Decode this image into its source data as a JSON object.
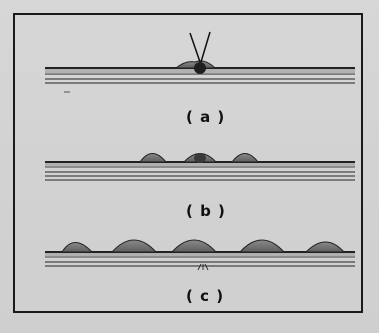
{
  "diagram": {
    "panels": [
      {
        "label": "( a )",
        "description_marks": [
          "surface-lines",
          "single-bump",
          "impact-lines"
        ]
      },
      {
        "label": "( b )",
        "description_marks": [
          "surface-lines",
          "three-bumps"
        ]
      },
      {
        "label": "( c )",
        "description_marks": [
          "surface-lines",
          "five-waves",
          "small-marks"
        ]
      }
    ],
    "colors": {
      "background": "#d3d3d3",
      "ink": "#1a1a1a",
      "wave_fill": "#7a7a7a",
      "dark_center": "#2a2a2a"
    }
  }
}
